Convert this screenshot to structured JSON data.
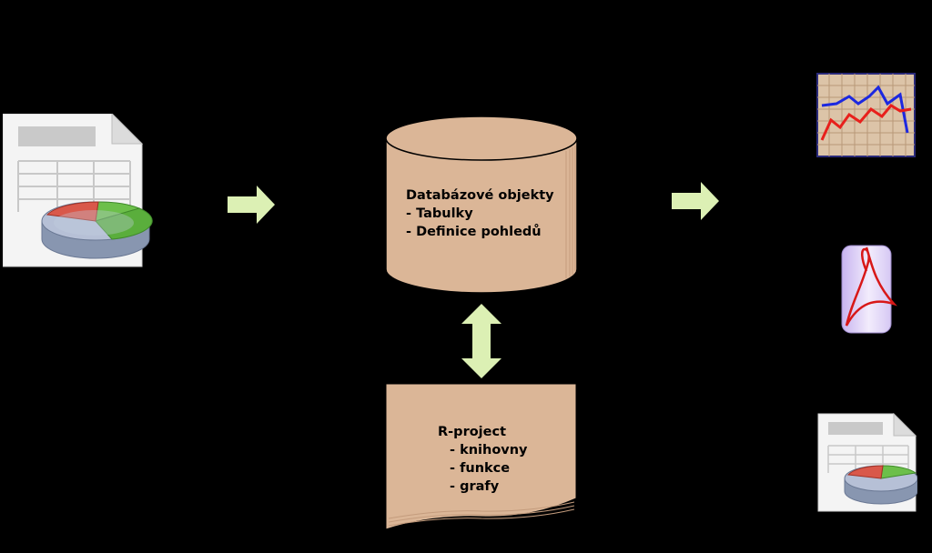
{
  "database": {
    "title": "Databázové objekty",
    "items": [
      "- Tabulky",
      "- Definice pohledů"
    ]
  },
  "rproject": {
    "title": "R-project",
    "items": [
      "- knihovny",
      "- funkce",
      "- grafy"
    ]
  },
  "icons": {
    "input": "spreadsheet-chart-document-icon",
    "out_chart": "line-chart-icon",
    "out_pdf": "pdf-icon",
    "out_spreadsheet": "spreadsheet-chart-document-icon"
  },
  "colors": {
    "background": "#000000",
    "arrow": "#dcf0b4",
    "box_fill": "#dbb697",
    "chart_red": "#e8201c",
    "chart_blue": "#1c28e0"
  }
}
